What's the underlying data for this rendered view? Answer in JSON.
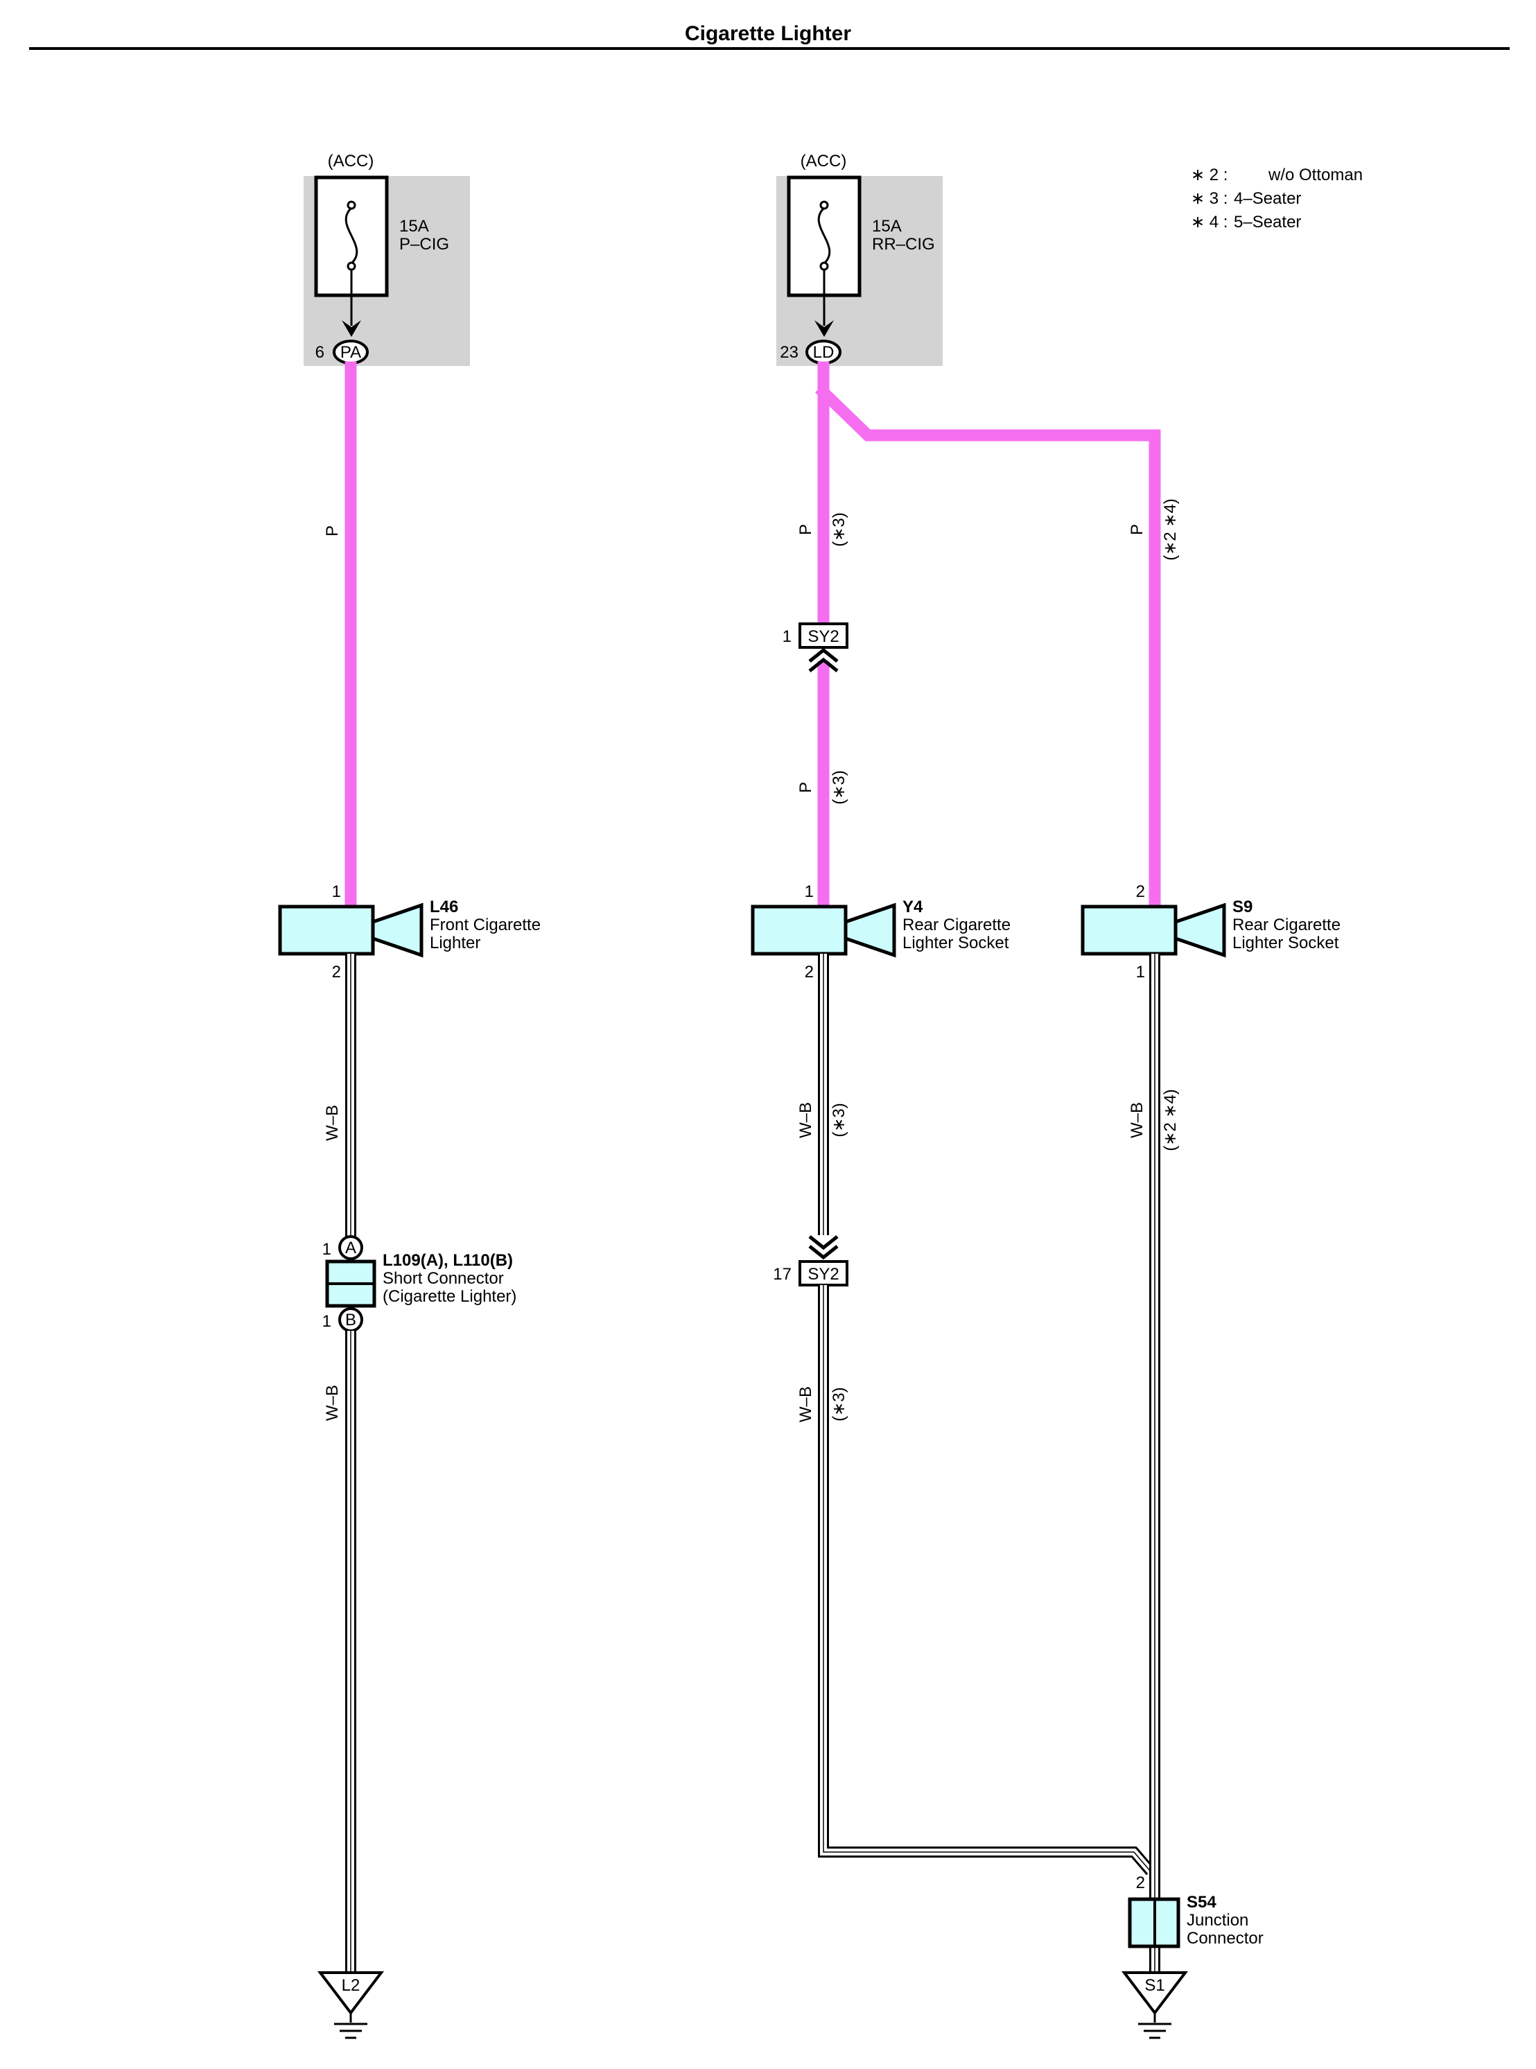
{
  "title": "Cigarette Lighter",
  "legend": [
    {
      "mark": "∗ 2 :",
      "text": "w/o Ottoman"
    },
    {
      "mark": "∗ 3 :",
      "text": "4–Seater"
    },
    {
      "mark": "∗ 4 :",
      "text": "5–Seater"
    }
  ],
  "fuses": [
    {
      "power": "(ACC)",
      "amp": "15A",
      "name": "P–CIG",
      "pin": "6",
      "terminal": "PA"
    },
    {
      "power": "(ACC)",
      "amp": "15A",
      "name": "RR–CIG",
      "pin": "23",
      "terminal": "LD"
    }
  ],
  "wires": {
    "p_left": "P",
    "p_mid_upper": "P",
    "p_mid_upper_note": "(∗3)",
    "p_mid_lower": "P",
    "p_mid_lower_note": "(∗3)",
    "p_right": "P",
    "p_right_note": "(∗2 ∗4)",
    "wb_left_upper": "W–B",
    "wb_left_lower": "W–B",
    "wb_mid_upper": "W–B",
    "wb_mid_upper_note": "(∗3)",
    "wb_mid_lower": "W–B",
    "wb_mid_lower_note": "(∗3)",
    "wb_right": "W–B",
    "wb_right_note": "(∗2 ∗4)"
  },
  "inline_connectors": [
    {
      "pin": "1",
      "code": "SY2"
    },
    {
      "pin": "17",
      "code": "SY2"
    }
  ],
  "components": [
    {
      "id": "L46",
      "line1": "Front Cigarette",
      "line2": "Lighter",
      "pin_top": "1",
      "pin_bottom": "2"
    },
    {
      "id": "Y4",
      "line1": "Rear Cigarette",
      "line2": "Lighter Socket",
      "pin_top": "1",
      "pin_bottom": "2"
    },
    {
      "id": "S9",
      "line1": "Rear Cigarette",
      "line2": "Lighter Socket",
      "pin_top": "2",
      "pin_bottom": "1"
    }
  ],
  "short_connector": {
    "id": "L109(A), L110(B)",
    "line1": "Short Connector",
    "line2": "(Cigarette Lighter)",
    "pin_a": "1",
    "term_a": "A",
    "pin_b": "1",
    "term_b": "B"
  },
  "junction": {
    "id": "S54",
    "line1": "Junction",
    "line2": "Connector",
    "pin": "2"
  },
  "grounds": [
    {
      "code": "L2"
    },
    {
      "code": "S1"
    }
  ]
}
